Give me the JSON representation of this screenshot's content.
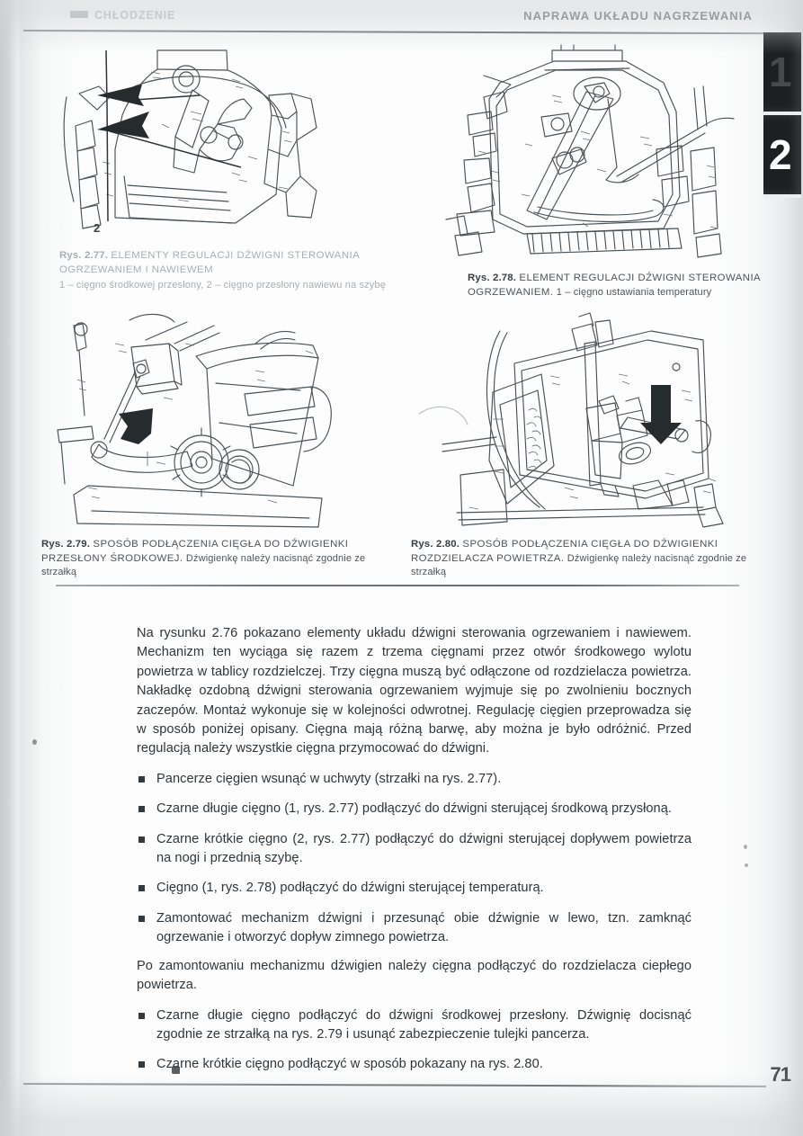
{
  "document": {
    "page_number": "71",
    "running_head_left": "CHŁODZENIE",
    "running_head_right": "NAPRAWA UKŁADU NAGRZEWANIA"
  },
  "thumb_tabs": [
    {
      "label": "1"
    },
    {
      "label": "2"
    }
  ],
  "figures": [
    {
      "id": "fig-2-77",
      "number": "Rys. 2.77.",
      "title": "ELEMENTY REGULACJI DŹWIGNI STEROWANIA OGRZEWANIEM I NAWIEWEM",
      "legend": "1 – cięgno środkowej przesłony,  2 – cięgno przesłony nawiewu na szybę",
      "callouts": [
        "2"
      ]
    },
    {
      "id": "fig-2-78",
      "number": "Rys. 2.78.",
      "title": "ELEMENT REGULACJI DŹWIGNI STEROWANIA OGRZEWANIEM.",
      "legend": "1 – cięgno ustawiania temperatury",
      "callouts": []
    },
    {
      "id": "fig-2-79",
      "number": "Rys. 2.79.",
      "title": "SPOSÓB PODŁĄCZENIA CIĘGŁA DO DŹWIGIENKI PRZESŁONY ŚRODKOWEJ.",
      "legend": "Dźwigienkę należy nacisnąć zgodnie ze strzałką",
      "callouts": []
    },
    {
      "id": "fig-2-80",
      "number": "Rys. 2.80.",
      "title": "SPOSÓB PODŁĄCZENIA CIĘGŁA DO DŹWIGIENKI ROZDZIE­LACZA POWIETRZA.",
      "legend": "Dźwigienkę należy nacisnąć zgodnie ze strzałką",
      "callouts": []
    }
  ],
  "body": {
    "intro": "Na rysunku 2.76 pokazano elementy układu dźwigni sterowania ogrzewaniem i nawiewem. Mechanizm ten wyciąga się razem z trzema cięgnami przez otwór środkowego wylotu powietrza w tablicy rozdzielczej. Trzy cięgna muszą być odłączone od rozdzielacza powietrza. Nakładkę ozdobną dźwigni sterowania ogrzewaniem wyjmuje się po zwolnieniu bocznych zaczepów. Montaż wykonuje się w kolejności odwrotnej. Regulację cięgien przeprowadza się w sposób poniżej opisany. Cięgna mają różną barwę, aby można je było odróżnić. Przed regulacją należy wszystkie cięgna przymocować do dźwigni.",
    "bullets_group_1": [
      "Pancerze cięgien wsunąć w uchwyty (strzałki na rys. 2.77).",
      "Czarne długie cięgno (1, rys. 2.77) podłączyć do dźwigni sterującej środkową przysłoną.",
      "Czarne krótkie cięgno (2, rys. 2.77) podłączyć do dźwigni sterującej dopływem powietrza na nogi i przednią szybę.",
      "Cięgno (1, rys. 2.78) podłączyć do dźwigni sterującej temperaturą.",
      "Zamontować mechanizm dźwigni i przesunąć obie dźwignie w lewo, tzn. zamknąć ogrzewanie i otworzyć dopływ zimnego powietrza."
    ],
    "mid_paragraph": "Po zamontowaniu mechanizmu dźwigien należy cięgna podłączyć do rozdzielacza ciepłego powietrza.",
    "bullets_group_2": [
      "Czarne długie cięgno podłączyć do dźwigni środkowej przesłony. Dźwignię docisnąć zgodnie ze strzałką na rys. 2.79 i usunąć zabezpieczenie tulejki pancerza.",
      "Czarne krótkie cięgno podłączyć w sposób pokazany na rys. 2.80."
    ]
  },
  "colors": {
    "ink": "#2f3539",
    "rule": "#6d7276",
    "tab_background": "#1d1f21",
    "paper": "#fdfdfd"
  }
}
